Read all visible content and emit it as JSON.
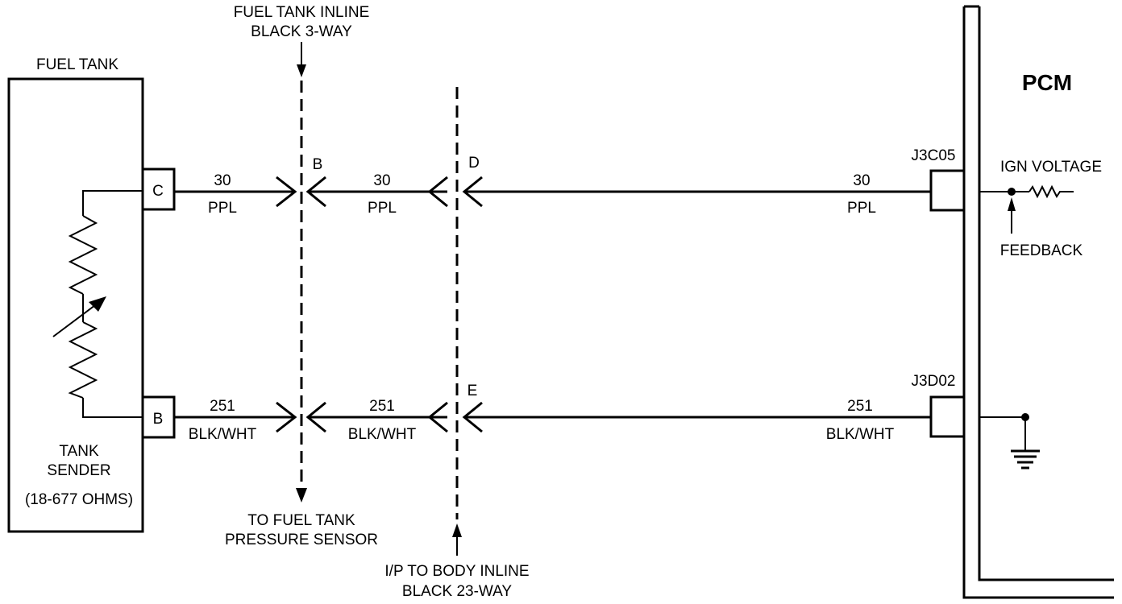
{
  "fuel_tank": {
    "label": "FUEL TANK",
    "sender_line1": "TANK",
    "sender_line2": "SENDER",
    "sender_range": "(18-677 OHMS)",
    "pin_upper": "C",
    "pin_lower": "B"
  },
  "inline_3way": {
    "label_line1": "FUEL TANK INLINE",
    "label_line2": "BLACK  3-WAY",
    "pin_upper": "B",
    "branch_line1": "TO FUEL TANK",
    "branch_line2": "PRESSURE SENSOR"
  },
  "inline_23way": {
    "label_line1": "I/P TO BODY INLINE",
    "label_line2": "BLACK 23-WAY",
    "pin_upper": "D",
    "pin_lower": "E"
  },
  "wire_upper": {
    "circuit": "30",
    "color": "PPL"
  },
  "wire_lower": {
    "circuit": "251",
    "color": "BLK/WHT"
  },
  "pcm": {
    "label": "PCM",
    "connector_upper": "J3C05",
    "connector_lower": "J3D02",
    "ign_voltage": "IGN VOLTAGE",
    "feedback": "FEEDBACK"
  }
}
